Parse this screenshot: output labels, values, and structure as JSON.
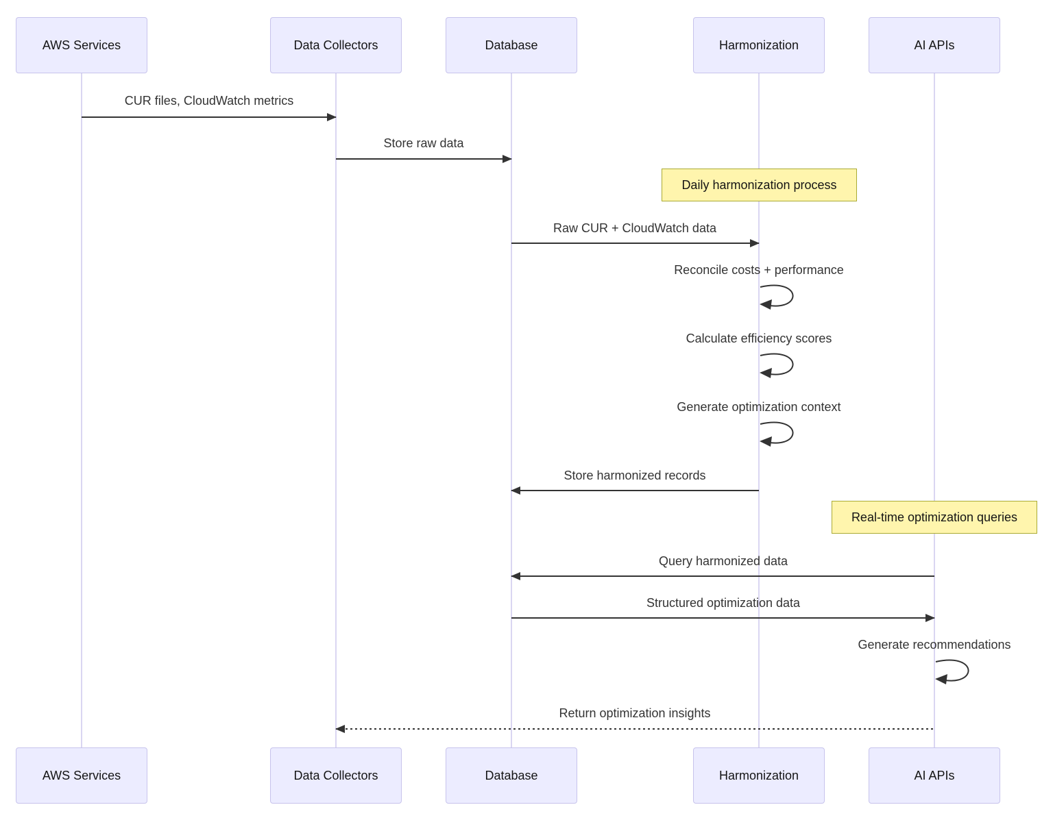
{
  "diagram": {
    "type": "sequence-diagram",
    "participants": [
      {
        "id": "aws-services",
        "label": "AWS Services"
      },
      {
        "id": "data-collectors",
        "label": "Data Collectors"
      },
      {
        "id": "database",
        "label": "Database"
      },
      {
        "id": "harmonization",
        "label": "Harmonization"
      },
      {
        "id": "ai-apis",
        "label": "AI APIs"
      }
    ],
    "messages": [
      {
        "from": "AWS Services",
        "to": "Data Collectors",
        "label": "CUR files, CloudWatch metrics",
        "line": "solid",
        "arrow": "right"
      },
      {
        "from": "Data Collectors",
        "to": "Database",
        "label": "Store raw data",
        "line": "solid",
        "arrow": "right"
      },
      {
        "from": "Database",
        "to": "Harmonization",
        "label": "Raw CUR + CloudWatch data",
        "line": "solid",
        "arrow": "right"
      },
      {
        "from": "Harmonization",
        "to": "Harmonization",
        "label": "Reconcile costs + performance",
        "line": "solid",
        "arrow": "self"
      },
      {
        "from": "Harmonization",
        "to": "Harmonization",
        "label": "Calculate efficiency scores",
        "line": "solid",
        "arrow": "self"
      },
      {
        "from": "Harmonization",
        "to": "Harmonization",
        "label": "Generate optimization context",
        "line": "solid",
        "arrow": "self"
      },
      {
        "from": "Harmonization",
        "to": "Database",
        "label": "Store harmonized records",
        "line": "solid",
        "arrow": "left"
      },
      {
        "from": "AI APIs",
        "to": "Database",
        "label": "Query harmonized data",
        "line": "solid",
        "arrow": "left"
      },
      {
        "from": "Database",
        "to": "AI APIs",
        "label": "Structured optimization data",
        "line": "solid",
        "arrow": "right"
      },
      {
        "from": "AI APIs",
        "to": "AI APIs",
        "label": "Generate recommendations",
        "line": "solid",
        "arrow": "self"
      },
      {
        "from": "AI APIs",
        "to": "Data Collectors",
        "label": "Return optimization insights",
        "line": "dotted",
        "arrow": "left"
      }
    ],
    "notes": [
      {
        "over": "Harmonization",
        "label": "Daily harmonization process"
      },
      {
        "over": "AI APIs",
        "label": "Real-time optimization queries"
      }
    ],
    "colors": {
      "actor_fill": "#ECECFF",
      "actor_border": "#c7c3ec",
      "lifeline": "#dad6f2",
      "message_line": "#333333",
      "message_text": "#333333",
      "note_fill": "#fff5ad",
      "note_border": "#aaaa33",
      "background": "#ffffff"
    }
  }
}
